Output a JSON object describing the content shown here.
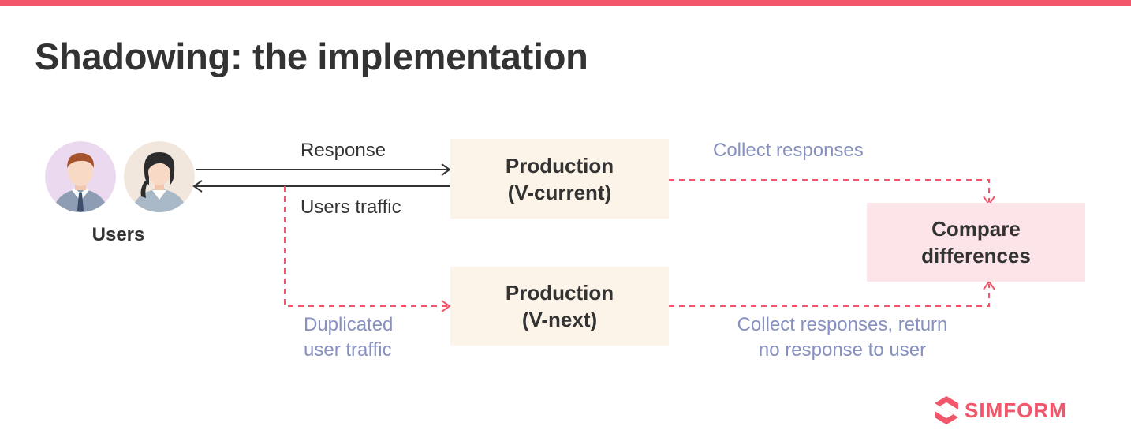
{
  "title": "Shadowing: the implementation",
  "users": {
    "label": "Users"
  },
  "boxes": {
    "current": {
      "line1": "Production",
      "line2": "(V-current)"
    },
    "next": {
      "line1": "Production",
      "line2": "(V-next)"
    },
    "compare": {
      "line1": "Compare",
      "line2": "differences"
    }
  },
  "labels": {
    "response": "Response",
    "users_traffic": "Users traffic",
    "collect_responses": "Collect responses",
    "duplicated_line1": "Duplicated",
    "duplicated_line2": "user traffic",
    "collect_return_line1": "Collect responses, return",
    "collect_return_line2": "no response to user"
  },
  "brand": {
    "name": "SIMFORM"
  },
  "colors": {
    "accent": "#f2566a",
    "muted_text": "#8791c0",
    "production_fill": "#fdf4e9",
    "compare_fill": "#fde4e8"
  }
}
